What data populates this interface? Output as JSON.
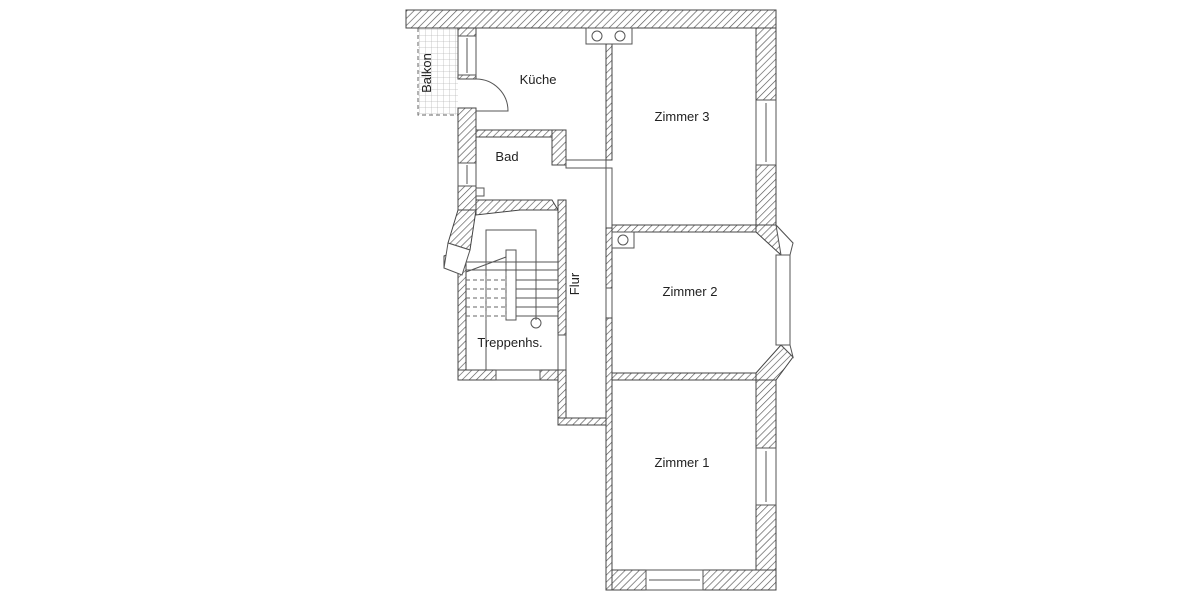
{
  "plan": {
    "rooms": {
      "kueche": "Küche",
      "bad": "Bad",
      "balkon": "Balkon",
      "zimmer3": "Zimmer 3",
      "zimmer2": "Zimmer 2",
      "zimmer1": "Zimmer 1",
      "flur": "Flur",
      "treppenhaus": "Treppenhs."
    },
    "colors": {
      "wall_line": "#444444",
      "background": "#ffffff"
    }
  }
}
